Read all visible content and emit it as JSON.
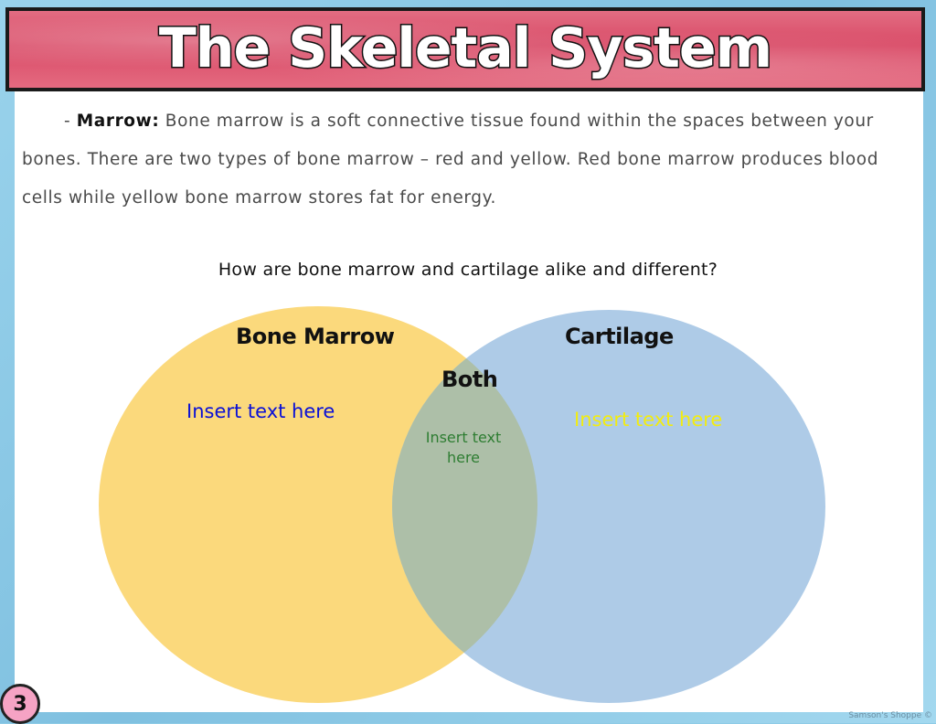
{
  "title": "The Skeletal System",
  "paragraph": {
    "term": "Marrow",
    "prefix": "- ",
    "body": "Bone marrow is a soft connective tissue found within the spaces between your bones. There are two types of bone marrow – red and yellow. Red bone marrow produces blood cells while yellow bone marrow stores fat for energy."
  },
  "question": "How are bone marrow and cartilage alike and different?",
  "venn": {
    "left_label": "Bone Marrow",
    "right_label": "Cartilage",
    "middle_label": "Both",
    "left_placeholder": "Insert text here",
    "right_placeholder": "Insert text here",
    "middle_placeholder": "Insert text here",
    "colors": {
      "left_fill": "#fbd97c",
      "right_fill": "#aecbe7",
      "overlap_fill": "#adbfa8",
      "left_text": "#0a10d6",
      "right_text": "#f2ec10",
      "middle_text": "#2e7d32"
    }
  },
  "page_number": "3",
  "credit": "Samson's Shoppe ©"
}
